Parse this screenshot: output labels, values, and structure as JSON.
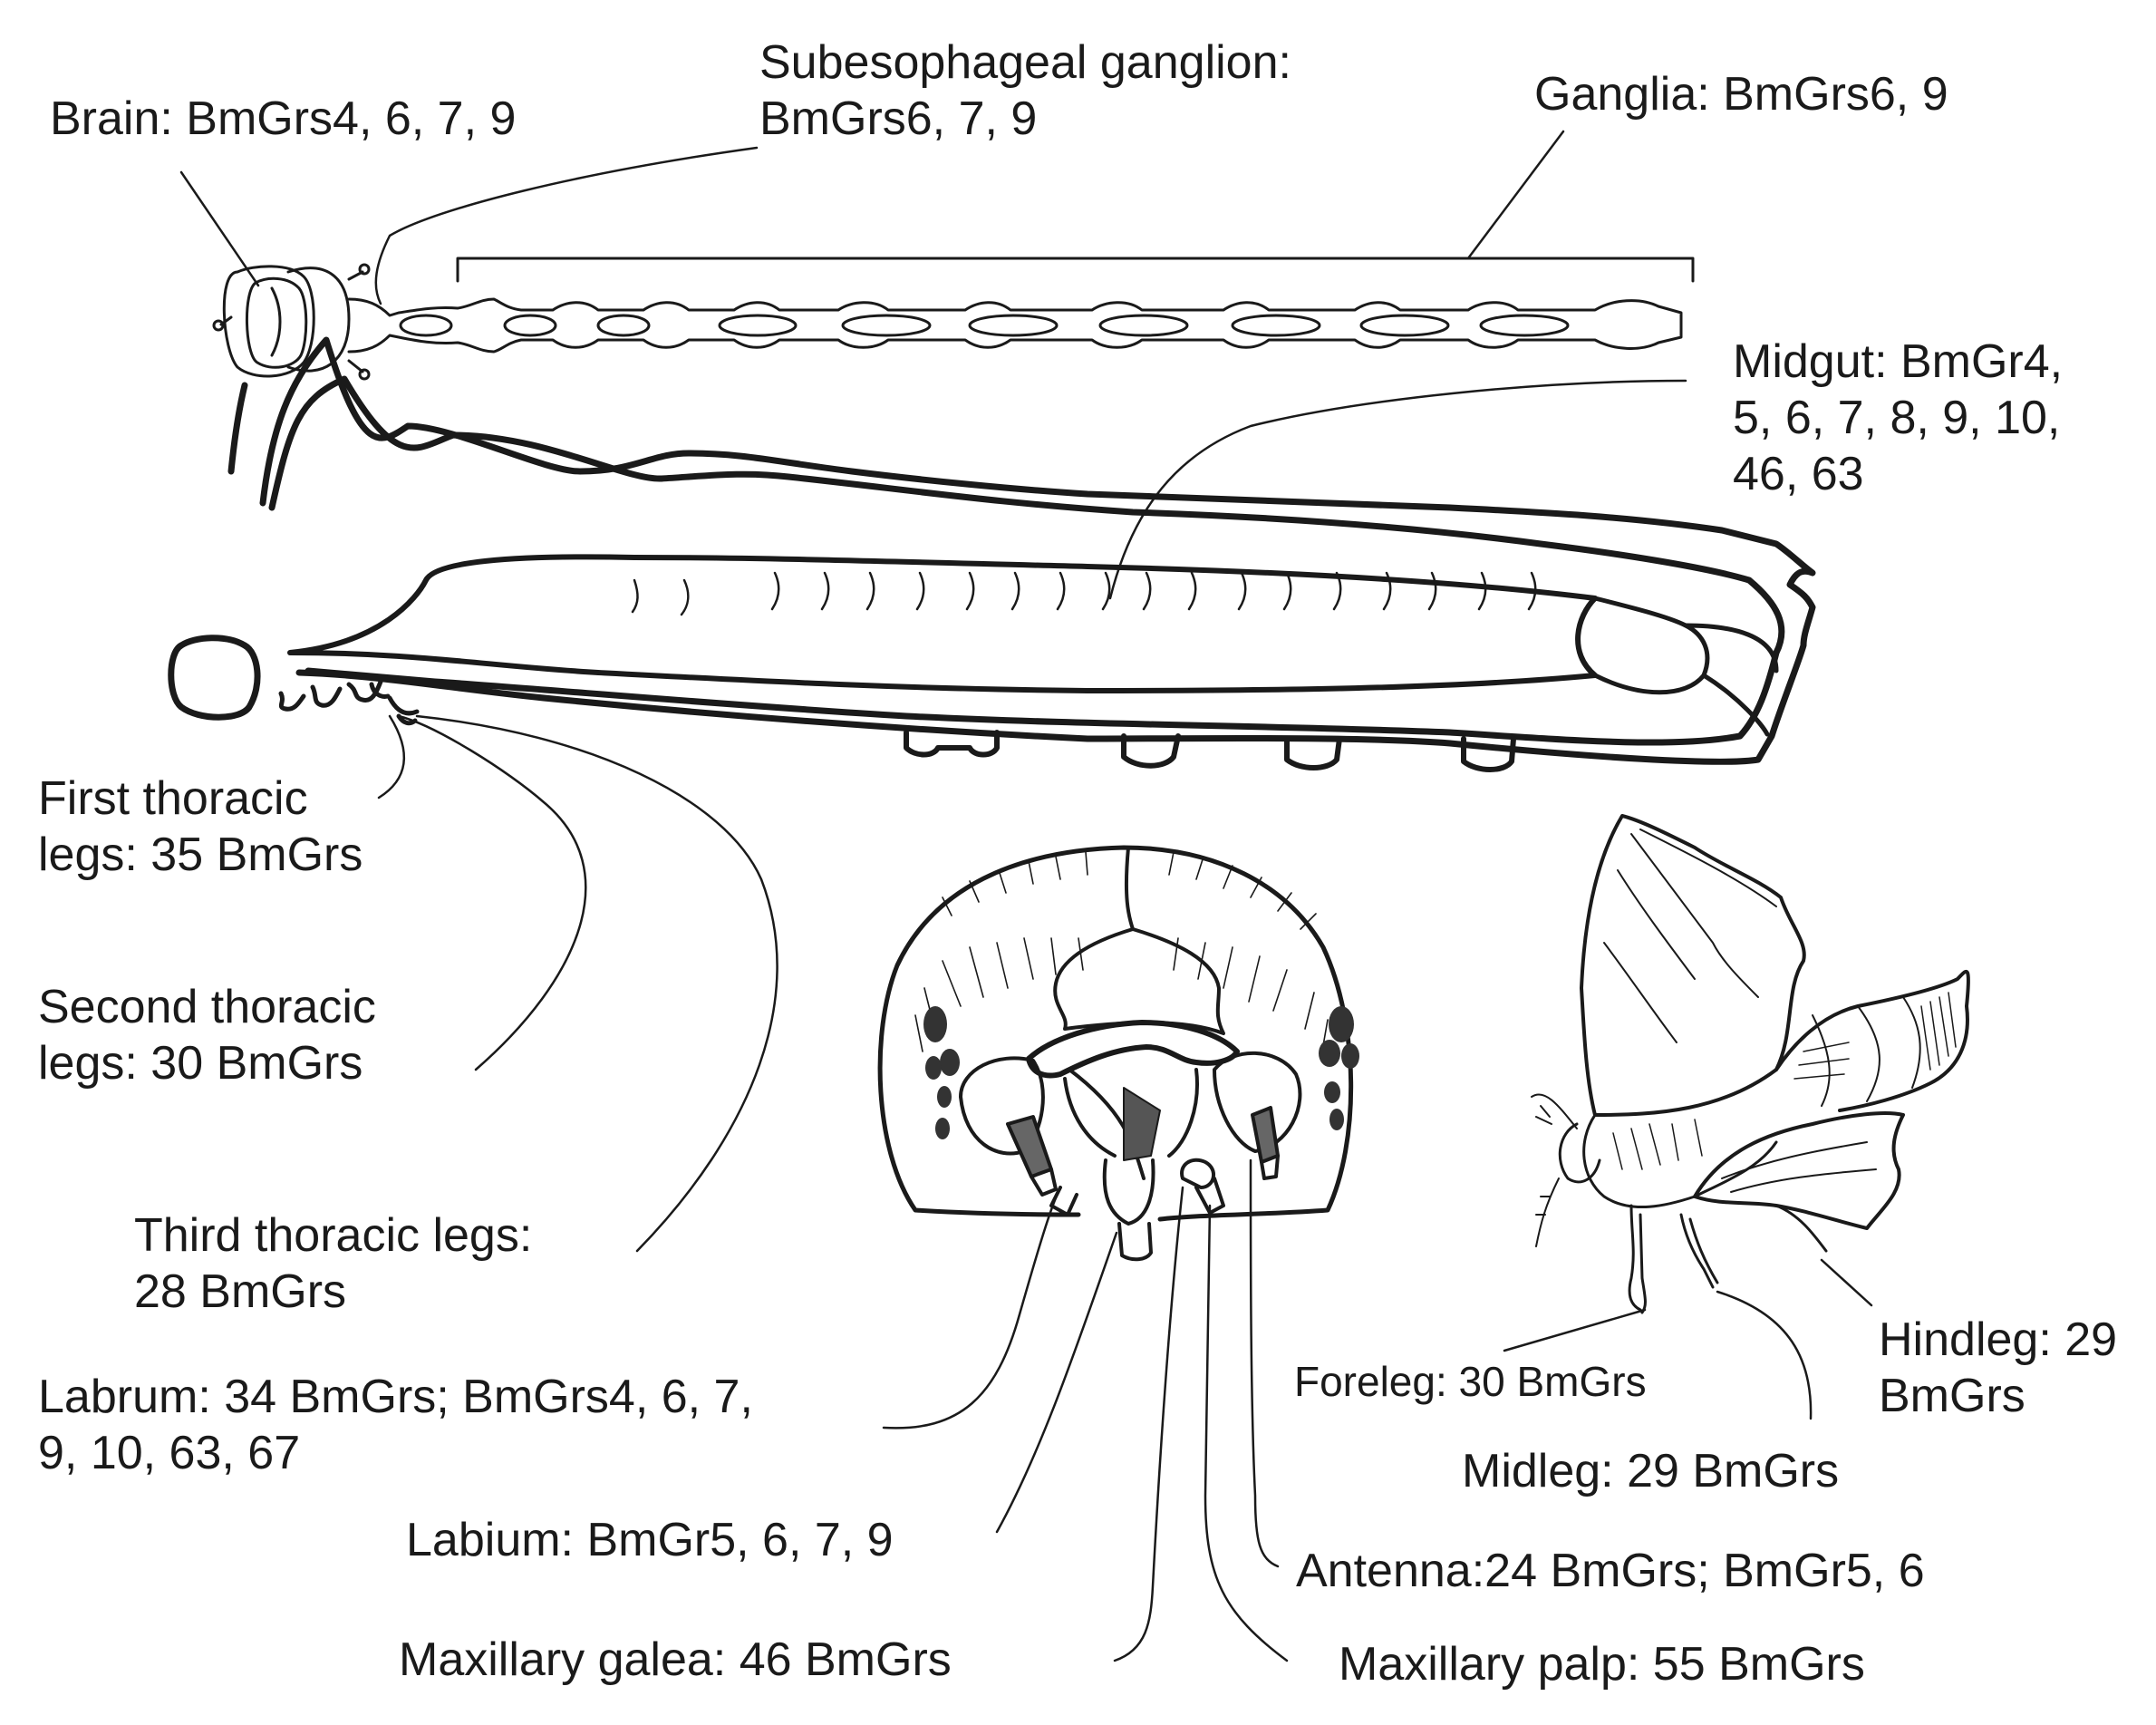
{
  "labels": {
    "brain": [
      "Brain: BmGrs4, 6, 7, 9"
    ],
    "subesophageal": [
      "Subesophageal ganglion:",
      "BmGrs6, 7, 9"
    ],
    "ganglia": [
      "Ganglia: BmGrs6, 9"
    ],
    "midgut": [
      "Midgut: BmGr4,",
      "5, 6, 7, 8, 9, 10,",
      "46, 63"
    ],
    "first_thoracic": [
      "First thoracic",
      "legs: 35 BmGrs"
    ],
    "second_thoracic": [
      "Second thoracic",
      "legs: 30 BmGrs"
    ],
    "third_thoracic": [
      "Third thoracic legs:",
      "28 BmGrs"
    ],
    "labrum": [
      "Labrum: 34 BmGrs; BmGrs4, 6, 7,",
      "9, 10, 63, 67"
    ],
    "labium": [
      "Labium: BmGr5, 6, 7, 9"
    ],
    "maxillary_galea": [
      "Maxillary galea: 46 BmGrs"
    ],
    "maxillary_palp": [
      "Maxillary palp: 55 BmGrs"
    ],
    "antenna": [
      "Antenna:24 BmGrs; BmGr5, 6"
    ],
    "foreleg": [
      "Foreleg: 30 BmGrs"
    ],
    "midleg": [
      "Midleg: 29 BmGrs"
    ],
    "hindleg": [
      "Hindleg: 29",
      "BmGrs"
    ]
  }
}
